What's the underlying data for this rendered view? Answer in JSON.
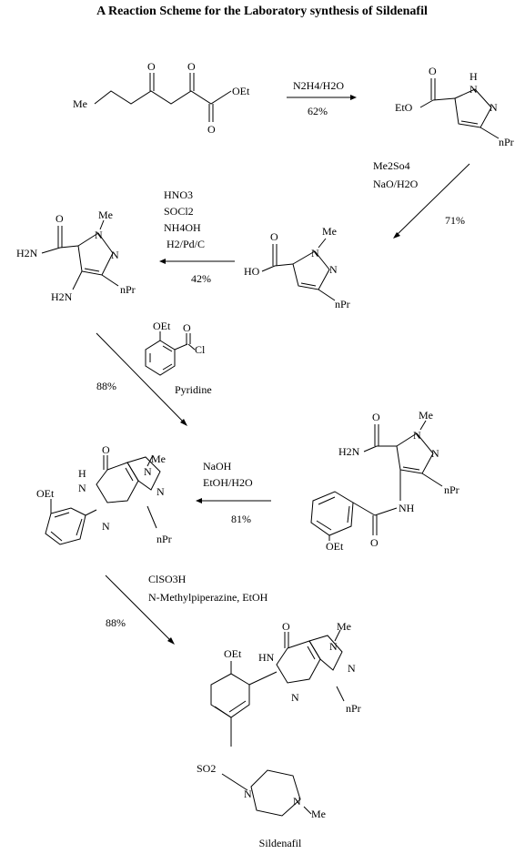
{
  "title": "A Reaction Scheme for the Laboratory synthesis of Sildenafil",
  "steps": {
    "s1": {
      "reagent": "N2H4/H2O",
      "yield": "62%"
    },
    "s2": {
      "reagent1": "Me2So4",
      "reagent2": "NaO/H2O",
      "yield": "71%"
    },
    "s3": {
      "r1": "HNO3",
      "r2": "SOCl2",
      "r3": "NH4OH",
      "r4": "H2/Pd/C",
      "yield": "42%"
    },
    "s4": {
      "solvent": "Pyridine",
      "yield": "88%"
    },
    "s5": {
      "r1": "NaOH",
      "r2": "EtOH/H2O",
      "yield": "81%"
    },
    "s6": {
      "r1": "ClSO3H",
      "r2": "N-Methylpiperazine, EtOH",
      "yield": "88%"
    }
  },
  "atoms": {
    "Me": "Me",
    "OEt": "OEt",
    "EtO": "EtO",
    "O": "O",
    "N": "N",
    "H": "H",
    "HN": "HN",
    "NH": "NH",
    "nPr": "nPr",
    "HO": "HO",
    "Cl": "Cl",
    "H2N": "H2N",
    "SO2": "SO2"
  },
  "product_name": "Sildenafil"
}
